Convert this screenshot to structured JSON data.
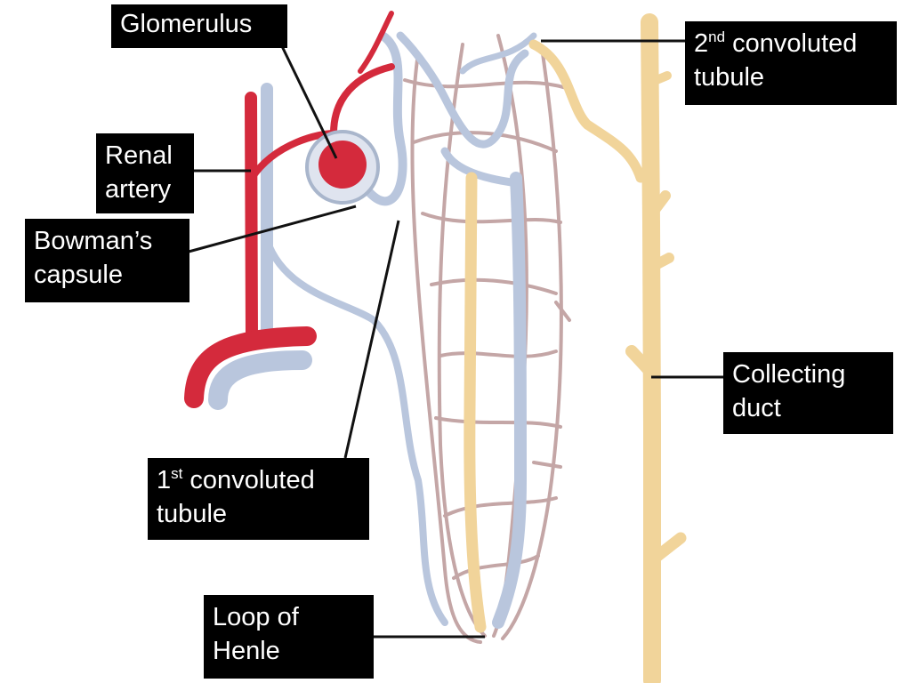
{
  "labels": {
    "glomerulus": {
      "text": "Glomerulus"
    },
    "renal_artery": {
      "line1": "Renal",
      "line2": "artery"
    },
    "bowmans_capsule": {
      "line1": "Bowman’s",
      "line2": "capsule"
    },
    "second_convoluted_tubule": {
      "num": "2",
      "sup": "nd",
      "rest": " convoluted",
      "line2": "tubule"
    },
    "first_convoluted_tubule": {
      "num": "1",
      "sup": "st",
      "rest": " convoluted",
      "line2": "tubule"
    },
    "collecting_duct": {
      "line1": "Collecting",
      "line2": "duct"
    },
    "loop_of_henle": {
      "line1": "Loop of",
      "line2": "Henle"
    }
  },
  "colors": {
    "artery": "#d42a3c",
    "vein": "#b9c6dd",
    "tubule": "#f1d49a",
    "capillary": "#c4a6a6",
    "label_bg": "#000000",
    "label_text": "#ffffff"
  }
}
